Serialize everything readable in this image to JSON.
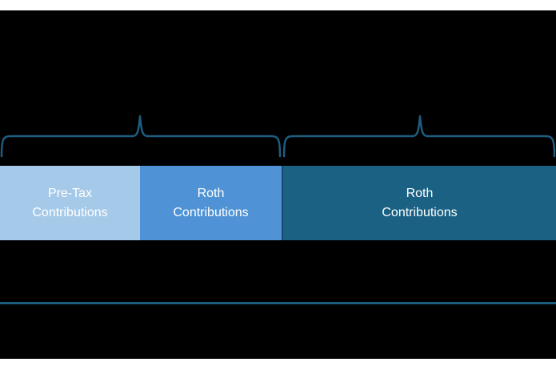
{
  "diagram": {
    "description": "Contribution types diagram with two grouping braces over three bar segments",
    "background_color": "#000000",
    "page_margin_color": "#ffffff",
    "accent_color": "#1e5d80",
    "divider_color": "#1b5e82",
    "text_color": "#ffffff",
    "bars": [
      {
        "name": "pre-tax-contributions",
        "line1": "Pre-Tax",
        "line2": "Contributions",
        "color": "#a5c9e9"
      },
      {
        "name": "roth-contributions-left",
        "line1": "Roth",
        "line2": "Contributions",
        "color": "#4f93d6"
      },
      {
        "name": "roth-contributions-right",
        "line1": "Roth",
        "line2": "Contributions",
        "color": "#1a6183"
      }
    ],
    "braces": [
      {
        "name": "left-brace",
        "spans_bars": [
          "pre-tax-contributions",
          "roth-contributions-left"
        ]
      },
      {
        "name": "right-brace",
        "spans_bars": [
          "roth-contributions-right"
        ]
      }
    ]
  }
}
